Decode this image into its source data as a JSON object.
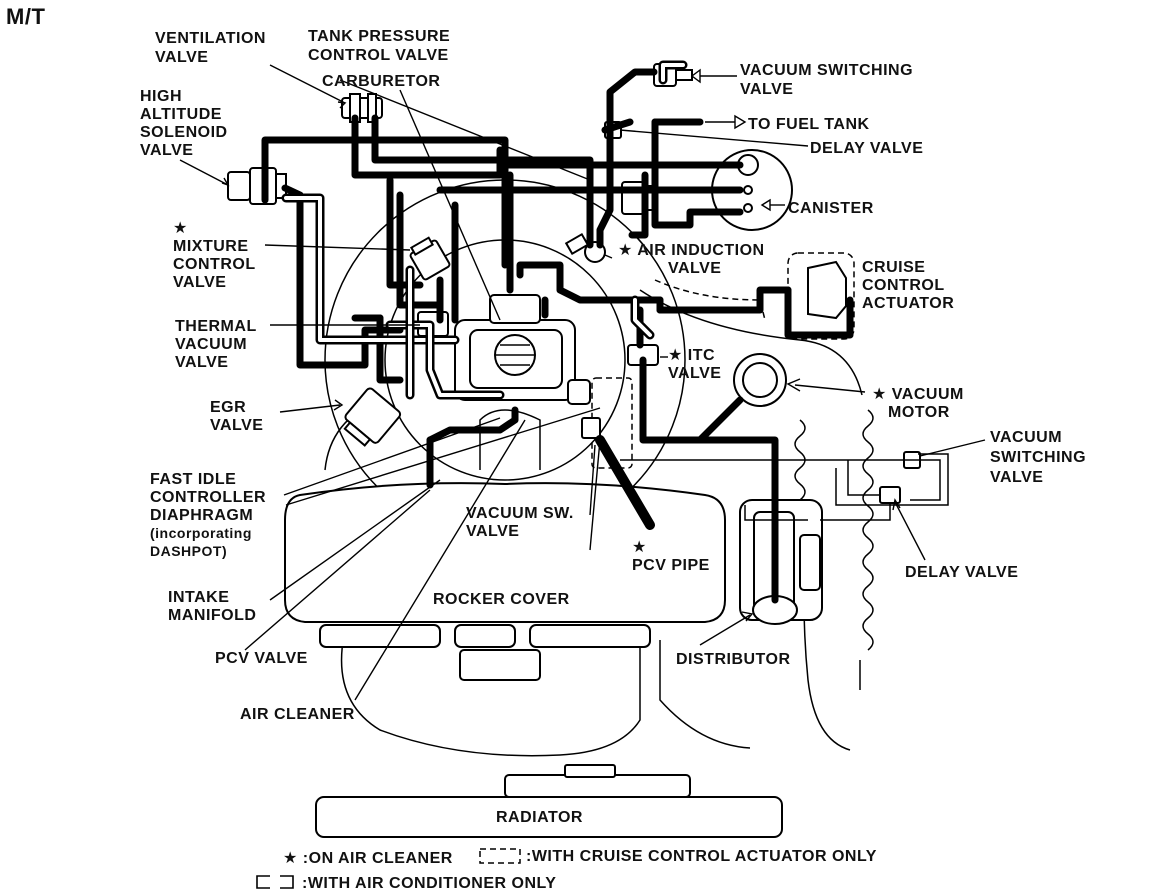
{
  "title": "M/T",
  "labels": {
    "ventilation_valve": [
      "VENTILATION",
      "VALVE"
    ],
    "tank_pressure_control_valve": [
      "TANK PRESSURE",
      "CONTROL VALVE"
    ],
    "carburetor": "CARBURETOR",
    "high_altitude_solenoid_valve": [
      "HIGH",
      "ALTITUDE",
      "SOLENOID",
      "VALVE"
    ],
    "vacuum_switching_valve_top": [
      "VACUUM SWITCHING",
      "VALVE"
    ],
    "to_fuel_tank": "TO FUEL TANK",
    "delay_valve_top": "DELAY VALVE",
    "canister": "CANISTER",
    "mixture_control_valve": [
      "★",
      "MIXTURE",
      "CONTROL",
      "VALVE"
    ],
    "air_induction_valve": [
      "★ AIR INDUCTION",
      "VALVE"
    ],
    "cruise_control_actuator": [
      "CRUISE",
      "CONTROL",
      "ACTUATOR"
    ],
    "thermal_vacuum_valve": [
      "THERMAL",
      "VACUUM",
      "VALVE"
    ],
    "itc_valve": [
      "★ ITC",
      "VALVE"
    ],
    "vacuum_motor": [
      "★ VACUUM",
      "MOTOR"
    ],
    "egr_valve": [
      "EGR",
      "VALVE"
    ],
    "vacuum_switching_valve_right": [
      "VACUUM",
      "SWITCHING",
      "VALVE"
    ],
    "fast_idle_controller": [
      "FAST IDLE",
      "CONTROLLER",
      "DIAPHRAGM",
      "(incorporating",
      "DASHPOT)"
    ],
    "vacuum_sw_valve": [
      "VACUUM SW.",
      "VALVE"
    ],
    "pcv_pipe": [
      "★",
      "PCV PIPE"
    ],
    "delay_valve_right": "DELAY VALVE",
    "intake_manifold": [
      "INTAKE",
      "MANIFOLD"
    ],
    "rocker_cover": "ROCKER COVER",
    "pcv_valve": "PCV VALVE",
    "distributor": "DISTRIBUTOR",
    "air_cleaner": "AIR CLEANER",
    "radiator": "RADIATOR"
  },
  "legend": {
    "star": "★ :ON AIR CLEANER",
    "dashed": ":WITH CRUISE CONTROL ACTUATOR ONLY",
    "ac": ":WITH AIR CONDITIONER ONLY"
  }
}
